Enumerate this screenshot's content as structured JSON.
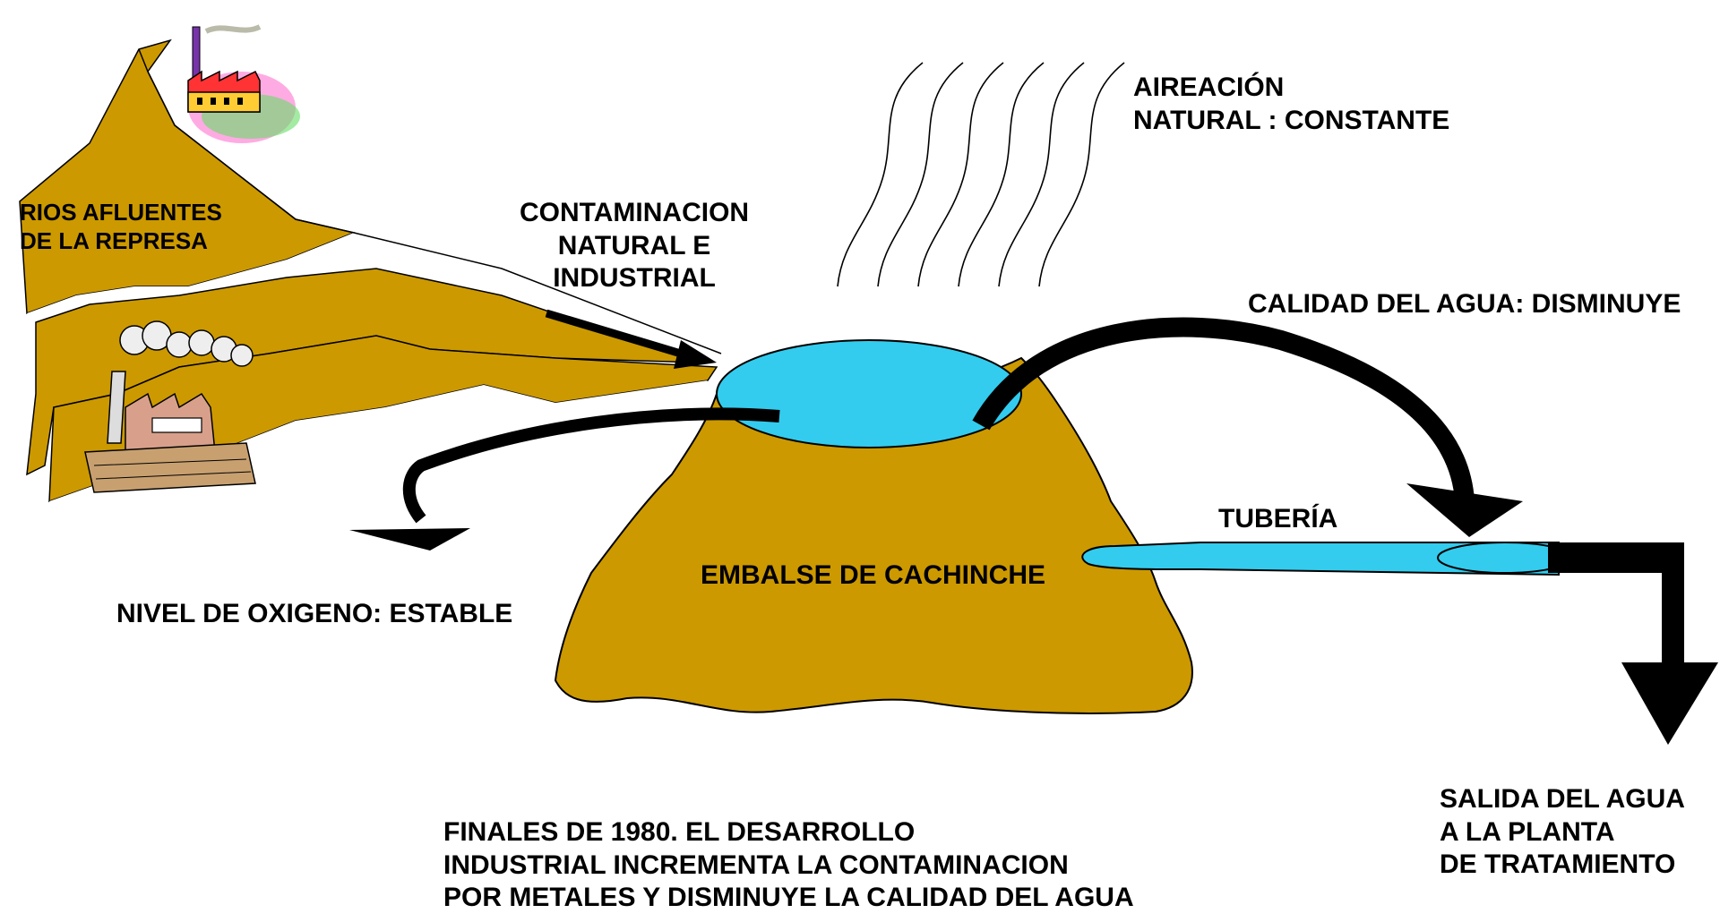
{
  "labels": {
    "rivers": [
      "RIOS AFLUENTES",
      "DE LA REPRESA"
    ],
    "contamination": [
      "CONTAMINACION",
      "NATURAL E",
      "INDUSTRIAL"
    ],
    "aeration": [
      "AIREACIÓN",
      "NATURAL : CONSTANTE"
    ],
    "water_quality": "CALIDAD DEL AGUA: DISMINUYE",
    "pipe": "TUBERÍA",
    "reservoir": "EMBALSE DE CACHINCHE",
    "oxygen": "NIVEL DE OXIGENO: ESTABLE",
    "outlet": [
      "SALIDA DEL AGUA",
      "A LA PLANTA",
      "DE TRATAMIENTO"
    ],
    "caption": [
      "FINALES DE 1980. EL DESARROLLO",
      "INDUSTRIAL INCREMENTA LA CONTAMINACION",
      "POR METALES Y DISMINUYE LA CALIDAD DEL AGUA"
    ]
  },
  "colors": {
    "land": "#CC9900",
    "water": "#33CCEE",
    "arrow": "#000000",
    "text": "#000000",
    "background": "#FFFFFF"
  },
  "icons": {
    "clipart_top": "factory-clipart-icon",
    "clipart_left": "smoking-factory-icon"
  }
}
